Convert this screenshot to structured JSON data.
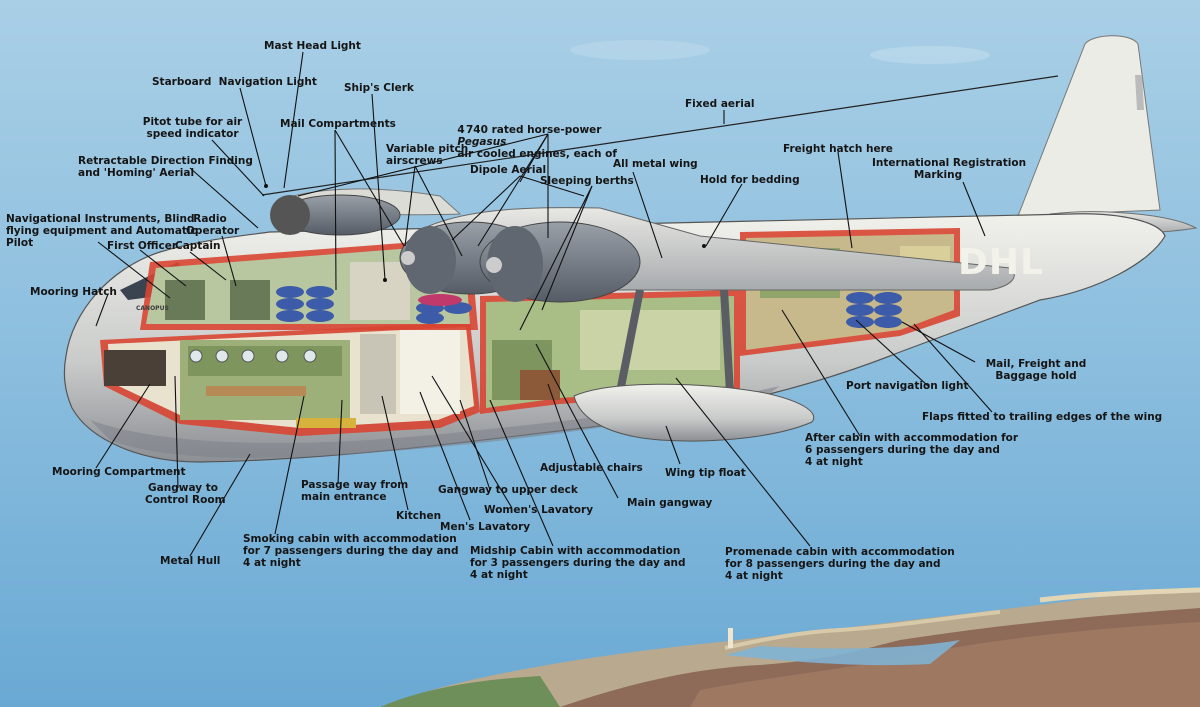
{
  "aircraft": {
    "name_on_hull": "CANOPUS",
    "registration_partial": "DHL"
  },
  "labels": [
    {
      "id": "mast-head-light",
      "text": "Mast Head Light"
    },
    {
      "id": "starboard-nav-light",
      "text": "Starboard  Navigation Light"
    },
    {
      "id": "ships-clerk",
      "text": "Ship's Clerk"
    },
    {
      "id": "engines-prefix",
      "text": "4"
    },
    {
      "id": "engines-italic",
      "text": "Pegasus"
    },
    {
      "id": "engines-suffix",
      "text": "air cooled engines, each of"
    },
    {
      "id": "engines-line2",
      "text": "740 rated horse-power"
    },
    {
      "id": "fixed-aerial",
      "text": "Fixed aerial"
    },
    {
      "id": "pitot-tube",
      "text": "Pitot tube for air\nspeed indicator"
    },
    {
      "id": "mail-compartments",
      "text": "Mail Compartments"
    },
    {
      "id": "variable-pitch",
      "text": "Variable pitch\nairscrews"
    },
    {
      "id": "retractable-df",
      "text": "Retractable Direction Finding\nand 'Homing' Aerial"
    },
    {
      "id": "dipole-aerial",
      "text": "Dipole Aerial"
    },
    {
      "id": "all-metal-wing",
      "text": "All metal wing"
    },
    {
      "id": "freight-hatch",
      "text": "Freight hatch here"
    },
    {
      "id": "intl-registration",
      "text": "International Registration\nMarking"
    },
    {
      "id": "hold-bedding",
      "text": "Hold for bedding"
    },
    {
      "id": "sleeping-berths",
      "text": "Sleeping berths"
    },
    {
      "id": "nav-instruments",
      "text": "Navigational Instruments, Blind\nflying equipment and Automatic\nPilot"
    },
    {
      "id": "radio-operator",
      "text": "Radio\nOperator"
    },
    {
      "id": "first-officer",
      "text": "First Officer"
    },
    {
      "id": "captain",
      "text": "Captain"
    },
    {
      "id": "mooring-hatch",
      "text": "Mooring Hatch"
    },
    {
      "id": "mail-freight-hold",
      "text": "Mail, Freight and\nBaggage hold"
    },
    {
      "id": "port-nav-light",
      "text": "Port navigation light"
    },
    {
      "id": "flaps",
      "text": "Flaps fitted to trailing edges of the wing"
    },
    {
      "id": "after-cabin",
      "text": "After cabin with accommodation for\n6 passengers during the day and\n4 at night"
    },
    {
      "id": "adjustable-chairs",
      "text": "Adjustable chairs"
    },
    {
      "id": "wing-tip-float",
      "text": "Wing tip float"
    },
    {
      "id": "mooring-compartment",
      "text": "Mooring Compartment"
    },
    {
      "id": "gangway-control",
      "text": "Gangway to\nControl Room"
    },
    {
      "id": "passage-way",
      "text": "Passage way from\nmain entrance"
    },
    {
      "id": "gangway-upper",
      "text": "Gangway to upper deck"
    },
    {
      "id": "womens-lavatory",
      "text": "Women's Lavatory"
    },
    {
      "id": "main-gangway",
      "text": "Main gangway"
    },
    {
      "id": "kitchen",
      "text": "Kitchen"
    },
    {
      "id": "mens-lavatory",
      "text": "Men's Lavatory"
    },
    {
      "id": "smoking-cabin",
      "text": "Smoking cabin with accommodation\nfor 7 passengers during the day and\n4 at night"
    },
    {
      "id": "midship-cabin",
      "text": "Midship Cabin with accommodation\nfor 3 passengers during the day and\n4 at night"
    },
    {
      "id": "promenade-cabin",
      "text": "Promenade cabin with accommodation\nfor 8 passengers during the day and\n4 at night"
    },
    {
      "id": "metal-hull",
      "text": "Metal Hull"
    }
  ]
}
